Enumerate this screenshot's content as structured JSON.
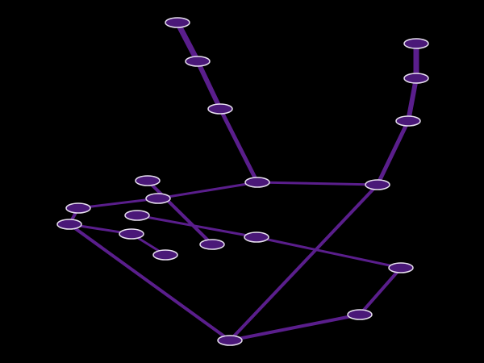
{
  "background_color": "#000000",
  "bone_color": "#5a1e8c",
  "joint_fill": "#4a1878",
  "joint_stroke": "#e8e0f0",
  "skeleton": {
    "joints": [
      {
        "id": "wrist"
      },
      {
        "id": "thumb-cmc"
      },
      {
        "id": "thumb-mcp"
      },
      {
        "id": "thumb-ip"
      },
      {
        "id": "thumb-tip"
      },
      {
        "id": "index-mcp"
      },
      {
        "id": "index-pip"
      },
      {
        "id": "index-dip"
      },
      {
        "id": "index-tip"
      },
      {
        "id": "middle-mcp"
      },
      {
        "id": "middle-pip"
      },
      {
        "id": "middle-dip"
      },
      {
        "id": "middle-tip"
      },
      {
        "id": "ring-mcp"
      },
      {
        "id": "ring-pip"
      },
      {
        "id": "ring-dip"
      },
      {
        "id": "ring-tip"
      },
      {
        "id": "pinky-mcp"
      },
      {
        "id": "pinky-pip"
      },
      {
        "id": "pinky-dip"
      },
      {
        "id": "pinky-tip"
      }
    ],
    "bones": [
      [
        "wrist",
        "thumb-cmc"
      ],
      [
        "thumb-cmc",
        "thumb-mcp"
      ],
      [
        "thumb-mcp",
        "thumb-ip"
      ],
      [
        "thumb-ip",
        "thumb-tip"
      ],
      [
        "wrist",
        "index-mcp"
      ],
      [
        "index-mcp",
        "index-pip"
      ],
      [
        "index-pip",
        "index-dip"
      ],
      [
        "index-dip",
        "index-tip"
      ],
      [
        "middle-mcp",
        "middle-pip"
      ],
      [
        "middle-pip",
        "middle-dip"
      ],
      [
        "middle-dip",
        "middle-tip"
      ],
      [
        "ring-mcp",
        "ring-pip"
      ],
      [
        "ring-pip",
        "ring-dip"
      ],
      [
        "ring-dip",
        "ring-tip"
      ],
      [
        "wrist",
        "pinky-mcp"
      ],
      [
        "pinky-mcp",
        "pinky-pip"
      ],
      [
        "pinky-pip",
        "pinky-dip"
      ],
      [
        "pinky-dip",
        "pinky-tip"
      ],
      [
        "index-mcp",
        "middle-mcp"
      ],
      [
        "middle-mcp",
        "ring-mcp"
      ],
      [
        "ring-mcp",
        "pinky-mcp"
      ]
    ]
  }
}
